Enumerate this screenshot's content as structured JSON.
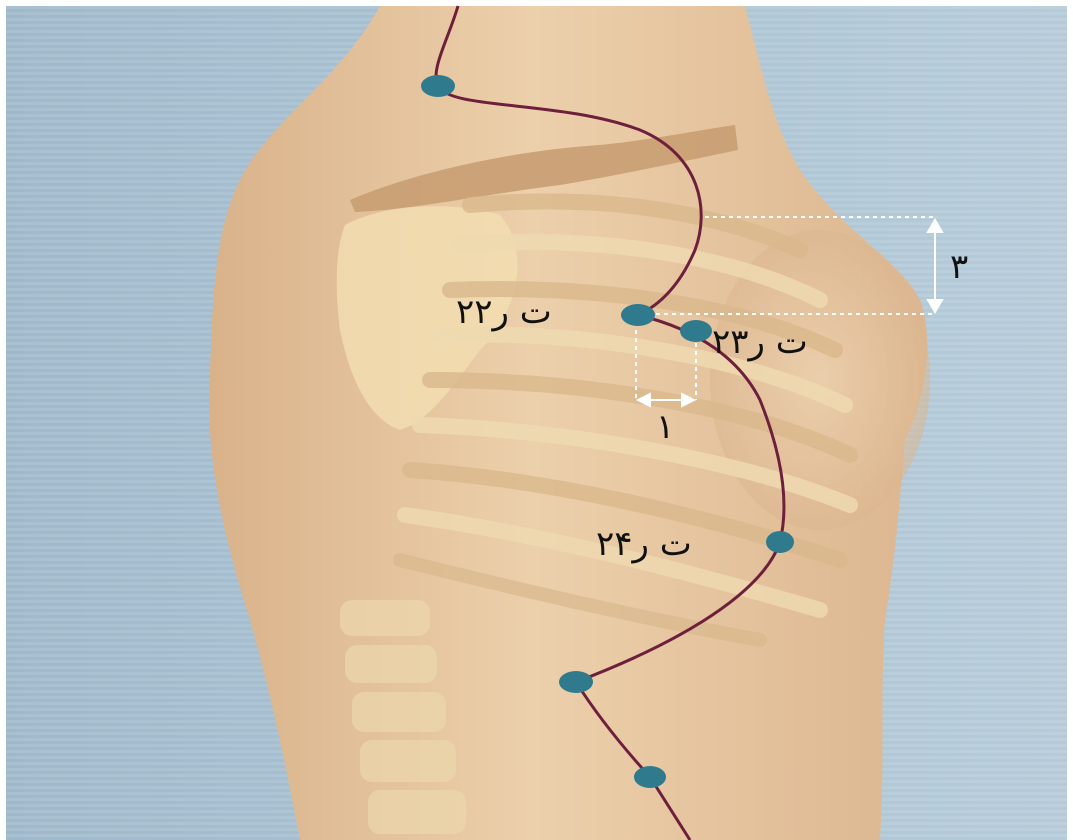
{
  "points": [
    {
      "id": "point-1",
      "label": ""
    },
    {
      "id": "point-st22",
      "label": "ت ر۲۲"
    },
    {
      "id": "point-st23",
      "label": "ت ر۲۳"
    },
    {
      "id": "point-st24",
      "label": "ت ر۲۴"
    },
    {
      "id": "point-5",
      "label": ""
    },
    {
      "id": "point-6",
      "label": ""
    }
  ],
  "measurements": {
    "vertical": "۳",
    "horizontal": "۱"
  },
  "colors": {
    "background": "#a9c2d3",
    "skin": "#e7c59c",
    "bone": "#f0dcae",
    "meridian": "#6e1f3c",
    "point": "#2f7a8c",
    "guide": "#ffffff",
    "text": "#111111"
  }
}
